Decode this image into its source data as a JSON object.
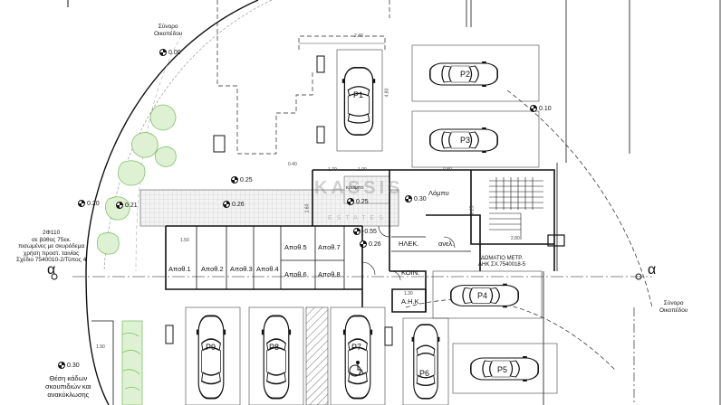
{
  "labels": {
    "plot_boundary_top": "Σύνορο\nΟικοπέδου",
    "plot_boundary_right": "Σύνορο\nΟικοπέδου",
    "lobby": "Λόμπυ",
    "electrical": "ΗΛΕΚ.",
    "lift": "ανελ.",
    "common": "ΚΟΙΝ.",
    "ahk": "Α.Η.Κ.",
    "meter_room": "ΔΩΜΑΤΙΟ ΜΕΤΡ.\nΑΗΚ ΣΧ.7540018-5",
    "drainage_note": "2Φ110\nσε βάθος 75εκ.\nπισωμένες με σκυρόδεμα\nχρήση προστ. ταινίας\nΣχέδιο 7540010-2/Τύπος 4",
    "bin_note": "Θέση κάδων\nσκουπιδιών και\nανακύκλωσης",
    "section_mark": "α",
    "watermark": "KASSIS",
    "watermark_sub": "ESTATES",
    "watermark_partial": "κρυψπο"
  },
  "parking": [
    "P1",
    "P2",
    "P3",
    "P4",
    "P5",
    "P6",
    "P7",
    "P8",
    "P9"
  ],
  "storage": [
    "Αποθ.1",
    "Αποθ.2",
    "Αποθ.3",
    "Αποθ.4",
    "Αποθ.5",
    "Αποθ.6",
    "Αποθ.7",
    "Αποθ.8"
  ],
  "levels": [
    "0.00",
    "0.10",
    "0.20",
    "0.21",
    "0.25",
    "0.26",
    "0.25",
    "0.30",
    "-0.55",
    "0.26",
    "0.30"
  ],
  "dimensions": [
    "2.40",
    "4.80",
    "1.70",
    "1.00",
    "0.40",
    "1.60",
    "0.25",
    "1.50",
    "2.80",
    "1.30",
    "1.90",
    "0.80"
  ]
}
